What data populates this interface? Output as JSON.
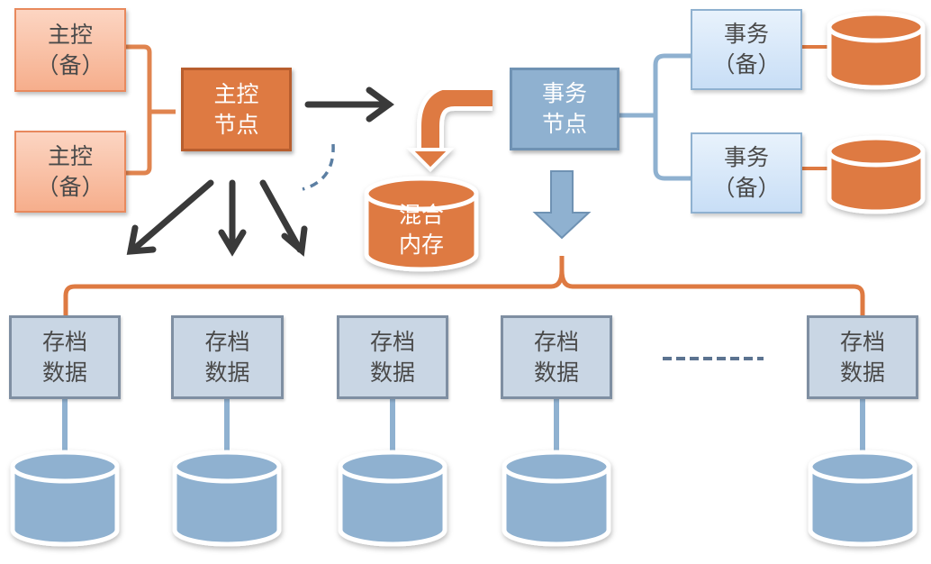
{
  "diagram": {
    "master_backups": [
      {
        "line1": "主控",
        "line2": "（备）"
      },
      {
        "line1": "主控",
        "line2": "（备）"
      }
    ],
    "master_node": {
      "line1": "主控",
      "line2": "节点"
    },
    "transaction_node": {
      "line1": "事务",
      "line2": "节点"
    },
    "transaction_backups": [
      {
        "line1": "事务",
        "line2": "（备）"
      },
      {
        "line1": "事务",
        "line2": "（备）"
      }
    ],
    "hybrid_memory": {
      "line1": "混合",
      "line2": "内存"
    },
    "archive_nodes": [
      {
        "line1": "存档",
        "line2": "数据"
      },
      {
        "line1": "存档",
        "line2": "数据"
      },
      {
        "line1": "存档",
        "line2": "数据"
      },
      {
        "line1": "存档",
        "line2": "数据"
      },
      {
        "line1": "存档",
        "line2": "数据"
      }
    ],
    "colors": {
      "orange": "#de7a42",
      "blue": "#8fb1d0",
      "dark_arrow": "#3a3a3a",
      "archive_fill": "#c9d6e4"
    }
  }
}
